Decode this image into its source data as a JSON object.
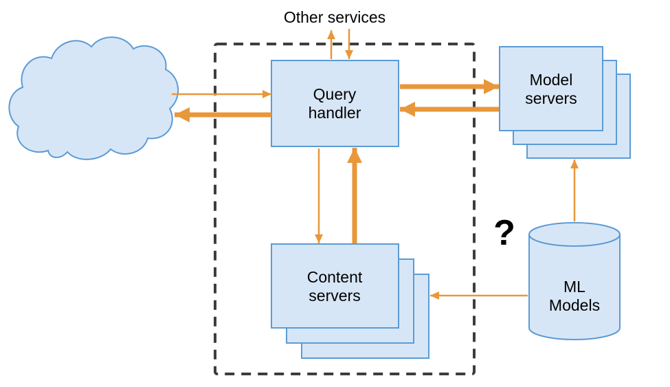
{
  "colors": {
    "node_fill": "#d7e6f6",
    "node_stroke": "#5b9bd5",
    "arrow": "#e8973b",
    "boundary": "#3d3d3d",
    "label": "#000000",
    "background": "#ffffff"
  },
  "nodes": {
    "other_services": {
      "label": "Other services"
    },
    "query_handler": {
      "line1": "Query",
      "line2": "handler"
    },
    "model_servers": {
      "line1": "Model",
      "line2": "servers"
    },
    "content_servers": {
      "line1": "Content",
      "line2": "servers"
    },
    "ml_models": {
      "line1": "ML",
      "line2": "Models"
    },
    "unknown_link": {
      "label": "?"
    }
  },
  "connections": [
    {
      "from": "internet-cloud",
      "to": "query-handler",
      "style": "thin"
    },
    {
      "from": "query-handler",
      "to": "internet-cloud",
      "style": "thick"
    },
    {
      "from": "query-handler",
      "to": "other-services",
      "style": "thin"
    },
    {
      "from": "other-services",
      "to": "query-handler",
      "style": "thin"
    },
    {
      "from": "query-handler",
      "to": "model-servers",
      "style": "thick"
    },
    {
      "from": "model-servers",
      "to": "query-handler",
      "style": "thick"
    },
    {
      "from": "query-handler",
      "to": "content-servers",
      "style": "thin"
    },
    {
      "from": "content-servers",
      "to": "query-handler",
      "style": "thick"
    },
    {
      "from": "ml-models",
      "to": "model-servers",
      "style": "thin"
    },
    {
      "from": "ml-models",
      "to": "content-servers",
      "style": "thin"
    }
  ]
}
